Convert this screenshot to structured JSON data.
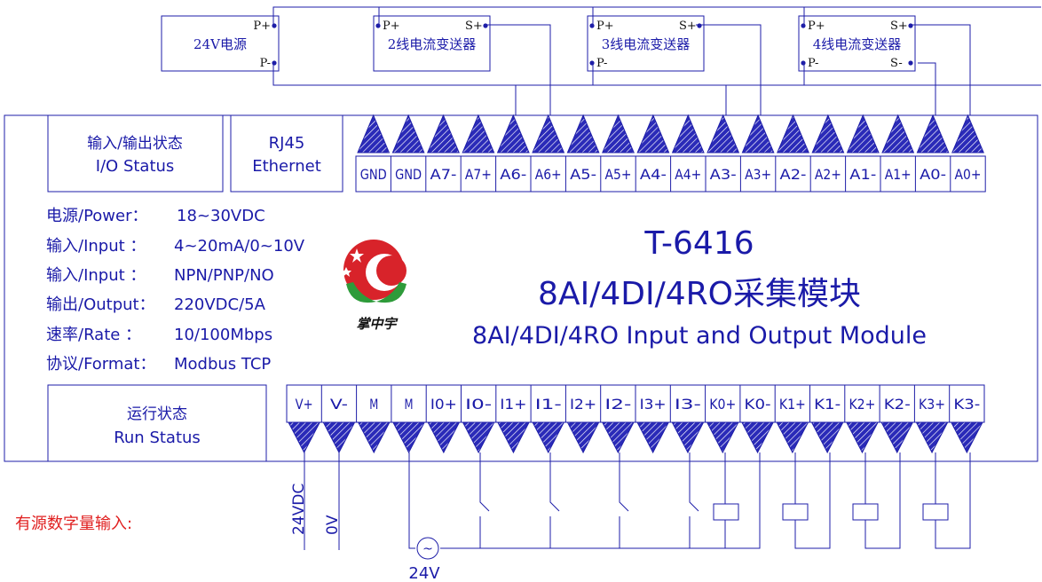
{
  "transmitters": [
    {
      "title": "24V电源",
      "pins": [
        "P+",
        "P-"
      ]
    },
    {
      "title": "2线电流变送器",
      "pins": [
        "P+",
        "S+"
      ]
    },
    {
      "title": "3线电流变送器",
      "pins": [
        "P+",
        "S+",
        "P-"
      ]
    },
    {
      "title": "4线电流变送器",
      "pins": [
        "P+",
        "S+",
        "P-",
        "S-"
      ]
    }
  ],
  "panels": {
    "io_status_cn": "输入/输出状态",
    "io_status_en": "I/O Status",
    "rj45": "RJ45",
    "ethernet": "Ethernet",
    "run_status_cn": "运行状态",
    "run_status_en": "Run Status"
  },
  "top_terminals": [
    "GND",
    "GND",
    "A7-",
    "A7+",
    "A6-",
    "A6+",
    "A5-",
    "A5+",
    "A4-",
    "A4+",
    "A3-",
    "A3+",
    "A2-",
    "A2+",
    "A1-",
    "A1+",
    "A0-",
    "A0+"
  ],
  "bottom_terminals": [
    "V+",
    "V-",
    "M",
    "M",
    "I0+",
    "I0-",
    "I1+",
    "I1-",
    "I2+",
    "I2-",
    "I3+",
    "I3-",
    "K0+",
    "K0-",
    "K1+",
    "K1-",
    "K2+",
    "K2-",
    "K3+",
    "K3-"
  ],
  "specs": [
    {
      "label": "电源/Power：",
      "value": "18~30VDC"
    },
    {
      "label": "输入/Input ：",
      "value": "4~20mA/0~10V"
    },
    {
      "label": "输入/Input ：",
      "value": "NPN/PNP/NO"
    },
    {
      "label": "输出/Output：",
      "value": "220VDC/5A"
    },
    {
      "label": "速率/Rate  ：",
      "value": "10/100Mbps"
    },
    {
      "label": "协议/Format：",
      "value": "Modbus TCP"
    }
  ],
  "product": {
    "model": "T-6416",
    "title_cn": "8AI/4DI/4RO采集模块",
    "title_en": "8AI/4DI/4RO Input and Output Module"
  },
  "logo": {
    "text": "掌中宇",
    "colors": {
      "red": "#d8232a",
      "green": "#2e9b3a"
    }
  },
  "wiring": {
    "note": "有源数字量输入:",
    "supply_label": "24VDC",
    "zero_label": "0V",
    "source_label": "24V",
    "source_symbol": "~"
  },
  "colors": {
    "line": "#1e1ea8",
    "note": "#e02020",
    "text": "#1a1aa8"
  }
}
